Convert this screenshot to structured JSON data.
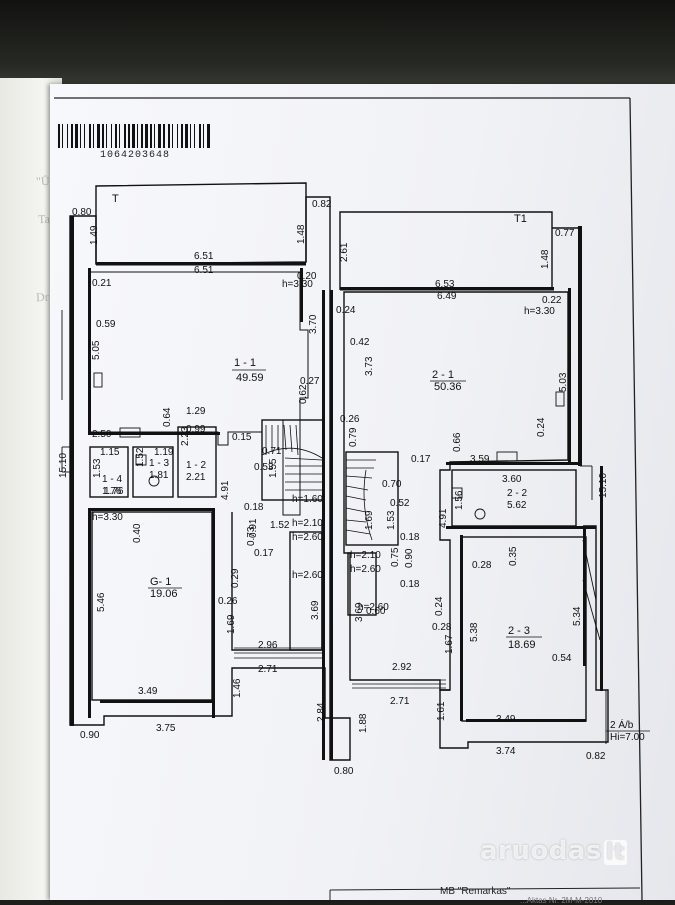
{
  "document": {
    "barcode_number": "1064203648",
    "company": "MB \"Remarkas\"",
    "footer_faint": "...Aktas Nr. 2M-M-2010",
    "watermark": "aruodas",
    "watermark_tld": "lt"
  },
  "plan": {
    "title_left": "T",
    "title_right": "T1",
    "stamp_line1": "2 Á/b",
    "stamp_line2": "Hi=7.00",
    "rooms": [
      {
        "id": "1 - 1",
        "area": "49.59"
      },
      {
        "id": "2 - 1",
        "area": "50.36"
      },
      {
        "id": "1 - 2",
        "area": "2.21"
      },
      {
        "id": "1 - 3",
        "area": "1.81"
      },
      {
        "id": "1 - 4",
        "area": "1.76"
      },
      {
        "id": "2 - 2",
        "area": "5.62"
      },
      {
        "id": "G- 1",
        "area": "19.06"
      },
      {
        "id": "2 - 3",
        "area": "18.69"
      }
    ],
    "heights": [
      "h=3.30",
      "h=3.30",
      "h=3.30",
      "h=1.60",
      "h=2.10",
      "h=2.60",
      "h=2.60",
      "h=2.10",
      "h=2.60",
      "h=2.60"
    ],
    "dimensions": [
      "0.80",
      "1.49",
      "6.51",
      "6.51",
      "1.48",
      "0.82",
      "2.61",
      "0.21",
      "0.20",
      "0.59",
      "3.70",
      "5.05",
      "0.27",
      "0.62",
      "2.50",
      "0.64",
      "1.29",
      "0.99",
      "0.15",
      "1.15",
      "1.19",
      "1.53",
      "1.76",
      "1.52",
      "2.23",
      "15.10",
      "0.71",
      "0.53",
      "4.91",
      "1.55",
      "0.18",
      "0.91",
      "0.73",
      "0.17",
      "1.52",
      "0.40",
      "5.46",
      "0.29",
      "0.26",
      "1.69",
      "3.69",
      "2.96",
      "2.71",
      "1.46",
      "3.49",
      "3.75",
      "2.84",
      "0.90",
      "0.80",
      "6.53",
      "6.49",
      "0.77",
      "1.48",
      "0.22",
      "0.24",
      "0.42",
      "3.73",
      "5.03",
      "0.26",
      "0.79",
      "0.24",
      "0.66",
      "0.17",
      "3.59",
      "3.60",
      "1.56",
      "0.70",
      "0.52",
      "1.69",
      "1.53",
      "4.91",
      "0.18",
      "0.90",
      "0.75",
      "0.18",
      "0.28",
      "0.35",
      "15.10",
      "0.24",
      "0.28",
      "5.38",
      "5.34",
      "1.67",
      "0.54",
      "2.92",
      "2.71",
      "1.88",
      "1.61",
      "3.49",
      "3.74",
      "0.82",
      "0.60",
      "3.69"
    ]
  }
}
